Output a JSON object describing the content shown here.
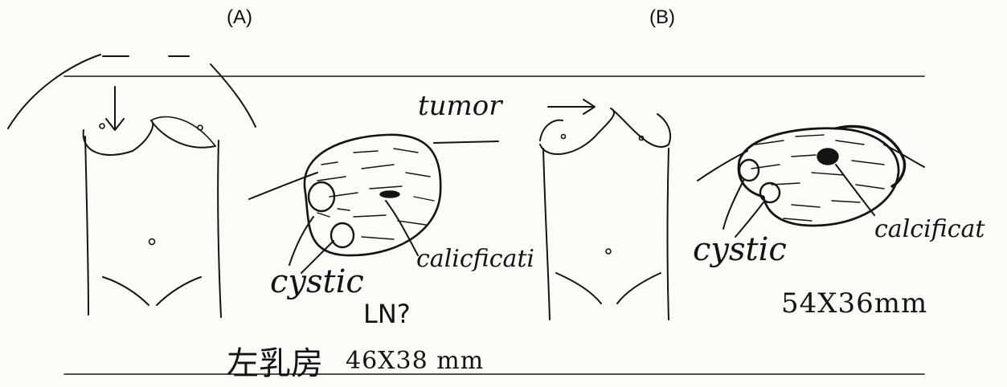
{
  "panels": [
    {
      "label": "(A)"
    },
    {
      "label": "(B)"
    }
  ],
  "annotations": {
    "tumor": "tumor",
    "cystic_a": "cystic",
    "calcification_a": "calicficati",
    "ln": "LN?",
    "cystic_b": "cystic",
    "calcification_b": "calcificat",
    "size_a": "46X38 mm",
    "size_b": "54X36mm",
    "side": "左乳房"
  },
  "colors": {
    "ink": "#141414",
    "paper": "#fbfbf8"
  }
}
